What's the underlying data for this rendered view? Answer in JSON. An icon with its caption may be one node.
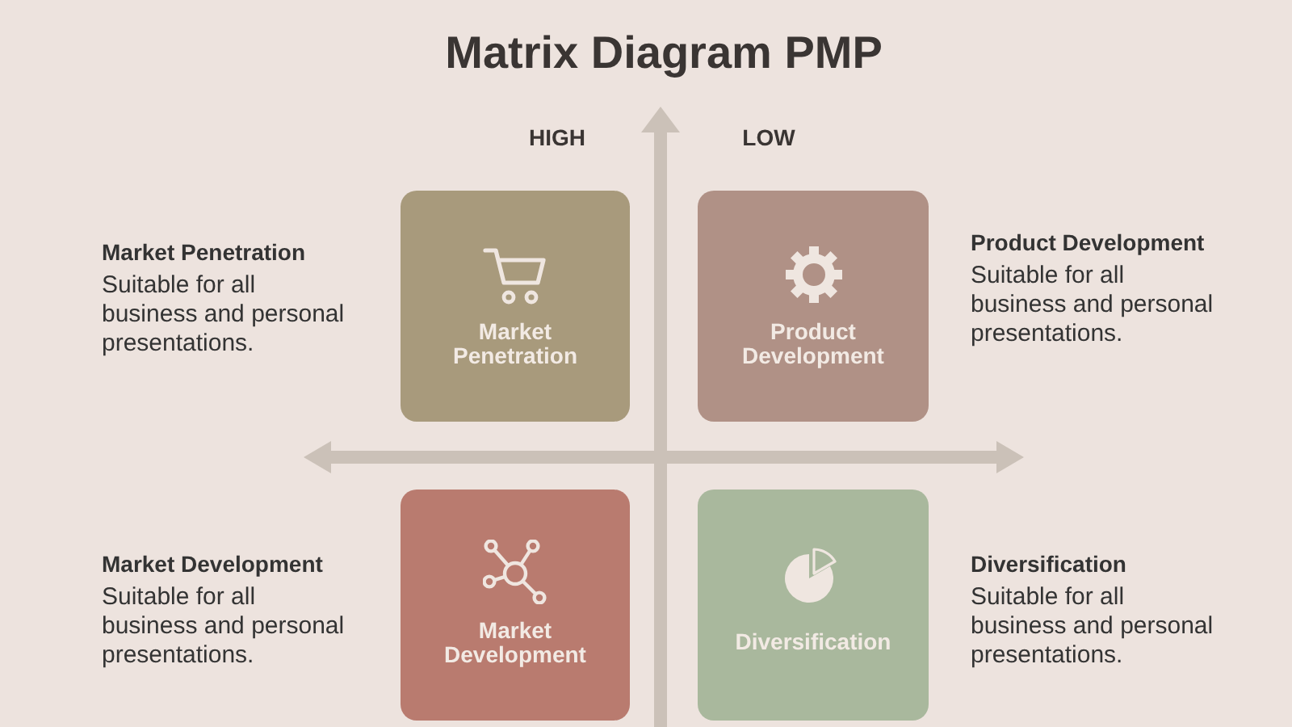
{
  "diagram": {
    "title": "Matrix Diagram PMP",
    "nodes": [
      {
        "text": [
          "Market Penetration"
        ],
        "beside": [
          "Market Penetration",
          "Suitable for all business and personal presentations."
        ]
      },
      {
        "text": [
          "Product Development"
        ],
        "beside": [
          "Product Development",
          "Suitable for all business and personal presentations."
        ]
      },
      {
        "text": [
          "Market Development"
        ],
        "beside": [
          "Market Development",
          "Suitable for all business and personal presentations."
        ]
      },
      {
        "text": [
          "Diversification"
        ],
        "beside": [
          "Diversification",
          "Suitable for all business and personal presentations."
        ]
      }
    ],
    "labels": [
      "HIGH",
      "LOW"
    ]
  }
}
